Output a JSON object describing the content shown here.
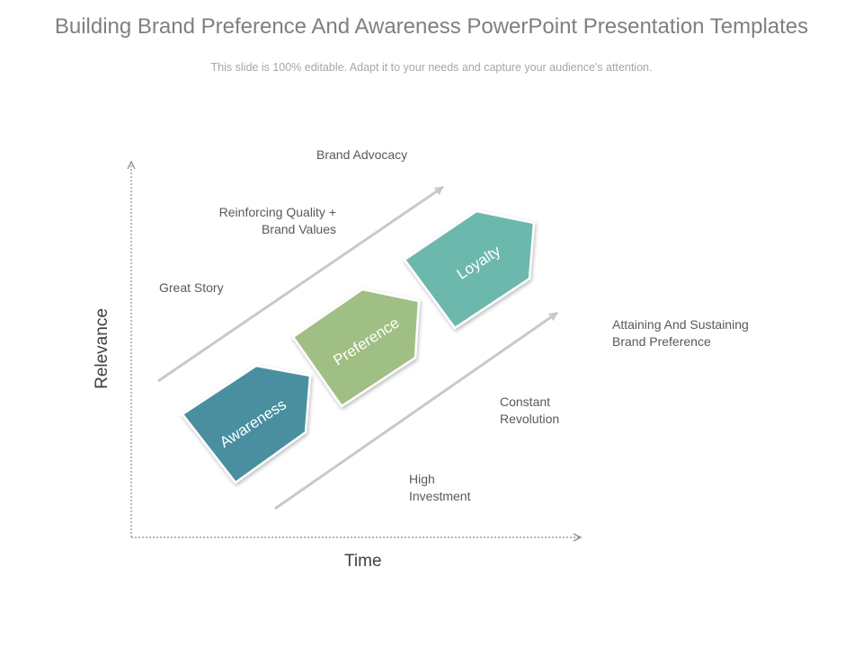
{
  "slide": {
    "title": "Building Brand Preference And Awareness PowerPoint Presentation Templates",
    "subtitle": "This slide is 100% editable. Adapt it to your needs and capture your audience's attention."
  },
  "axes": {
    "x_label": "Time",
    "y_label": "Relevance"
  },
  "stages": [
    {
      "label": "Awareness",
      "color": "#4a8fa0"
    },
    {
      "label": "Preference",
      "color": "#9fbf84"
    },
    {
      "label": "Loyalty",
      "color": "#6db8ad"
    }
  ],
  "annotations": {
    "brand_advocacy": "Brand Advocacy",
    "reinforcing_line1": "Reinforcing Quality +",
    "reinforcing_line2": "Brand Values",
    "great_story": "Great Story",
    "attaining_line1": "Attaining And Sustaining",
    "attaining_line2": "Brand Preference",
    "constant_line1": "Constant",
    "constant_line2": "Revolution",
    "high_line1": "High",
    "high_line2": "Investment"
  }
}
